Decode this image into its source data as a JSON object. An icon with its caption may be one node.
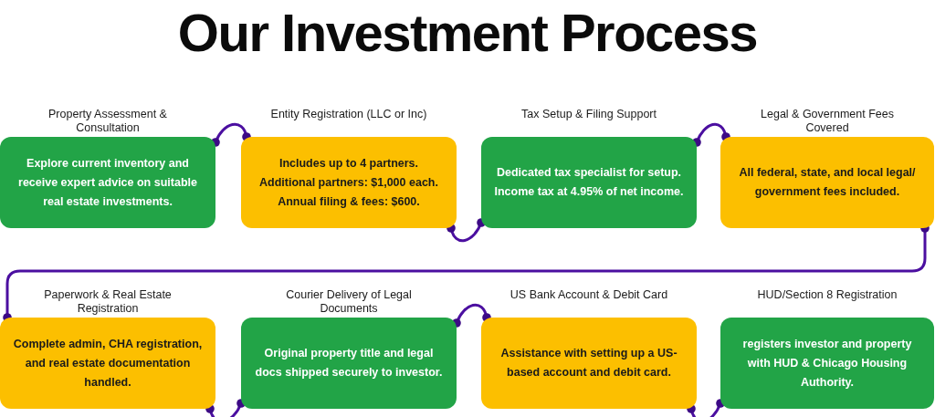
{
  "diagram": {
    "title": "Our Investment Process",
    "nodes": [
      {
        "text": [
          "Property Assessment & Consultation",
          "Explore current inventory and receive expert advice on suitable real estate investments."
        ]
      },
      {
        "text": [
          "Entity Registration (LLC or Inc)",
          "Includes up to 4 partners. Additional partners: $1,000 each. Annual filing & fees: $600."
        ]
      },
      {
        "text": [
          "Tax Setup & Filing Support",
          "Dedicated tax specialist for setup. Income tax at 4.95% of net income."
        ]
      },
      {
        "text": [
          "Legal & Government Fees Covered",
          "All federal, state, and local legal/ government fees included."
        ]
      },
      {
        "text": [
          "Paperwork & Real Estate Registration",
          "Complete admin, CHA registration, and real estate documentation handled."
        ]
      },
      {
        "text": [
          "Courier Delivery of Legal Documents",
          "Original property title and legal docs shipped securely to investor."
        ]
      },
      {
        "text": [
          "US Bank Account & Debit Card",
          "Assistance with setting up a US-based account and debit card."
        ]
      },
      {
        "text": [
          "HUD/Section 8 Registration",
          "registers investor and property with HUD & Chicago Housing Authority."
        ]
      }
    ],
    "edges": [
      {
        "from": 0,
        "to": 1,
        "arrow": "other"
      },
      {
        "from": 1,
        "to": 2,
        "arrow": "other"
      },
      {
        "from": 2,
        "to": 3,
        "arrow": "other"
      },
      {
        "from": 3,
        "to": 4,
        "arrow": "other"
      },
      {
        "from": 4,
        "to": 5,
        "arrow": "other"
      },
      {
        "from": 5,
        "to": 6,
        "arrow": "other"
      },
      {
        "from": 6,
        "to": 7,
        "arrow": "other"
      }
    ]
  }
}
